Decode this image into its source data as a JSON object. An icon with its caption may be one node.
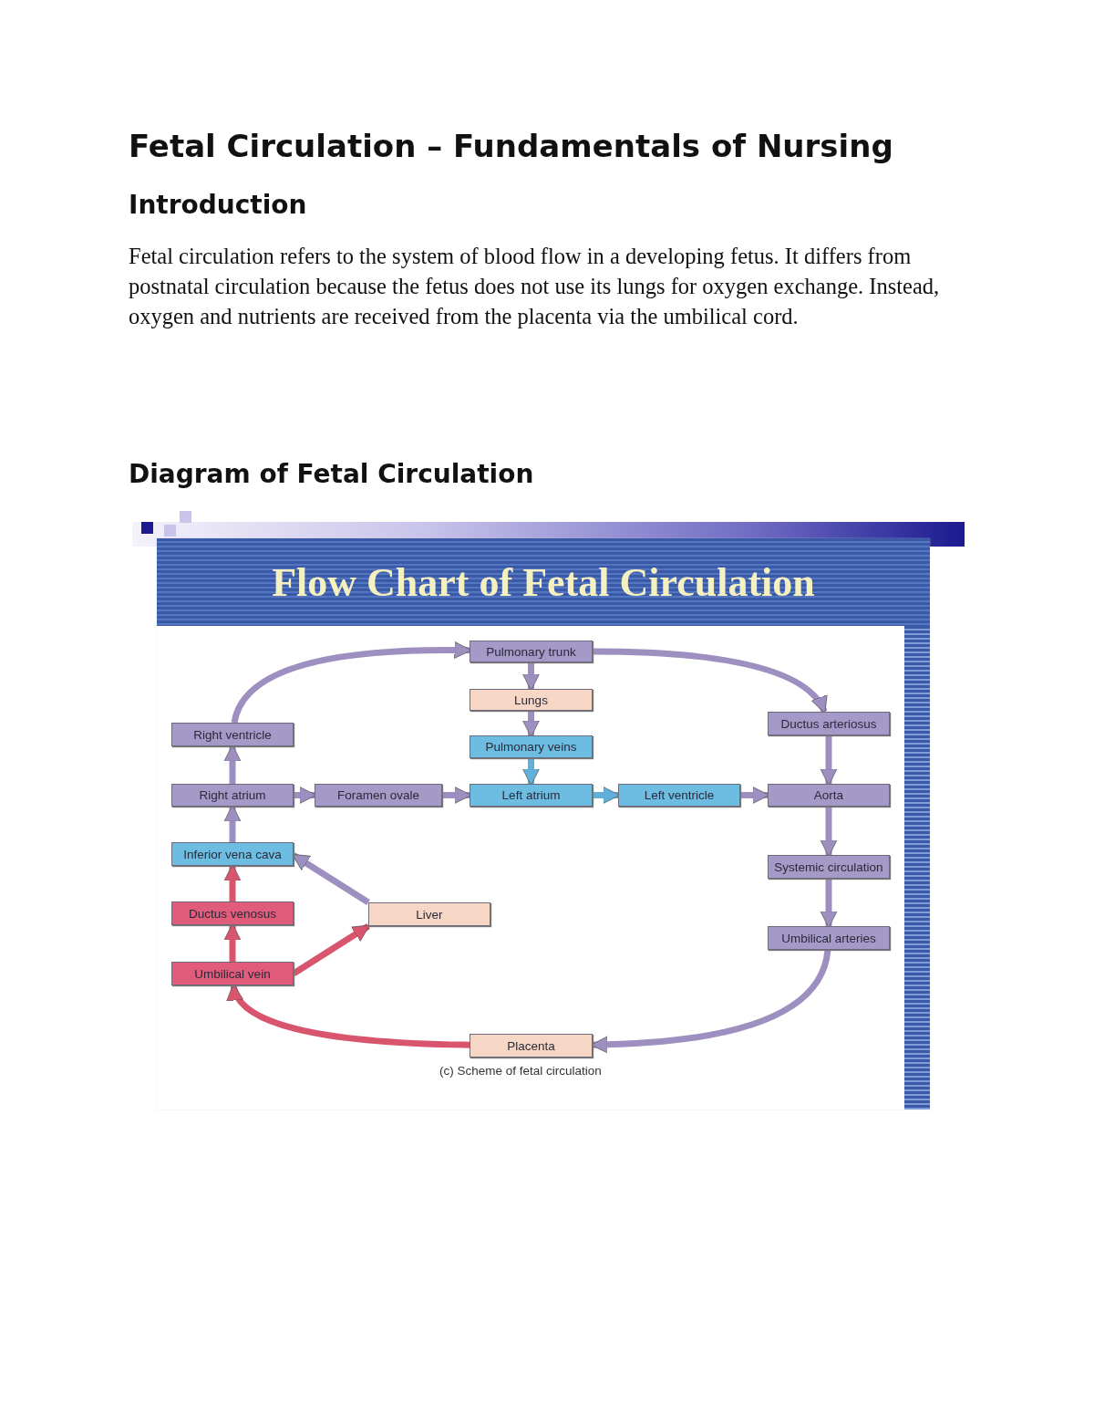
{
  "diagram": {
    "title": "Flow Chart of Fetal Circulation",
    "caption": "(c) Scheme of fetal circulation",
    "nodes": [
      {
        "text": [
          "Pulmonary trunk"
        ]
      },
      {
        "text": [
          "Lungs"
        ]
      },
      {
        "text": [
          "Right ventricle"
        ]
      },
      {
        "text": [
          "Ductus arteriosus"
        ]
      },
      {
        "text": [
          "Pulmonary veins"
        ]
      },
      {
        "text": [
          "Right atrium"
        ]
      },
      {
        "text": [
          "Foramen ovale"
        ]
      },
      {
        "text": [
          "Left atrium"
        ]
      },
      {
        "text": [
          "Left ventricle"
        ]
      },
      {
        "text": [
          "Aorta"
        ]
      },
      {
        "text": [
          "Inferior vena cava"
        ]
      },
      {
        "text": [
          "Systemic circulation"
        ]
      },
      {
        "text": [
          "Ductus venosus"
        ]
      },
      {
        "text": [
          "Liver"
        ]
      },
      {
        "text": [
          "Umbilical arteries"
        ]
      },
      {
        "text": [
          "Umbilical vein"
        ]
      },
      {
        "text": [
          "Placenta"
        ]
      }
    ],
    "edges": [
      {
        "from": 2,
        "to": 0,
        "arrow": "to"
      },
      {
        "from": 0,
        "to": 1,
        "arrow": "to"
      },
      {
        "from": 1,
        "to": 4,
        "arrow": "to"
      },
      {
        "from": 0,
        "to": 3,
        "arrow": "to"
      },
      {
        "from": 4,
        "to": 7,
        "arrow": "to",
        "color": "#5fb1dc"
      },
      {
        "from": 5,
        "to": 2,
        "arrow": "to"
      },
      {
        "from": 5,
        "to": 6,
        "arrow": "to"
      },
      {
        "from": 6,
        "to": 7,
        "arrow": "to"
      },
      {
        "from": 7,
        "to": 8,
        "arrow": "to",
        "color": "#5fb1dc"
      },
      {
        "from": 8,
        "to": 9,
        "arrow": "to"
      },
      {
        "from": 3,
        "to": 9,
        "arrow": "to"
      },
      {
        "from": 9,
        "to": 11,
        "arrow": "to"
      },
      {
        "from": 11,
        "to": 14,
        "arrow": "to"
      },
      {
        "from": 14,
        "to": 16,
        "arrow": "to"
      },
      {
        "from": 10,
        "to": 5,
        "arrow": "to"
      },
      {
        "from": 13,
        "to": 10,
        "arrow": "to"
      },
      {
        "from": 12,
        "to": 10,
        "arrow": "to",
        "color": "#d9546d"
      },
      {
        "from": 15,
        "to": 12,
        "arrow": "to",
        "color": "#d9546d"
      },
      {
        "from": 15,
        "to": 13,
        "arrow": "to",
        "color": "#d9546d"
      },
      {
        "from": 16,
        "to": 15,
        "arrow": "to",
        "color": "#d9546d"
      }
    ],
    "labels": [
      "Fetal Circulation – Fundamentals of Nursing",
      "Introduction",
      "Fetal circulation refers to the system of blood flow in a developing fetus. It differs from postnatal circulation because the fetus does not use its lungs for oxygen exchange. Instead, oxygen and nutrients are received from the placenta via the umbilical cord.",
      "Diagram of Fetal Circulation"
    ]
  }
}
